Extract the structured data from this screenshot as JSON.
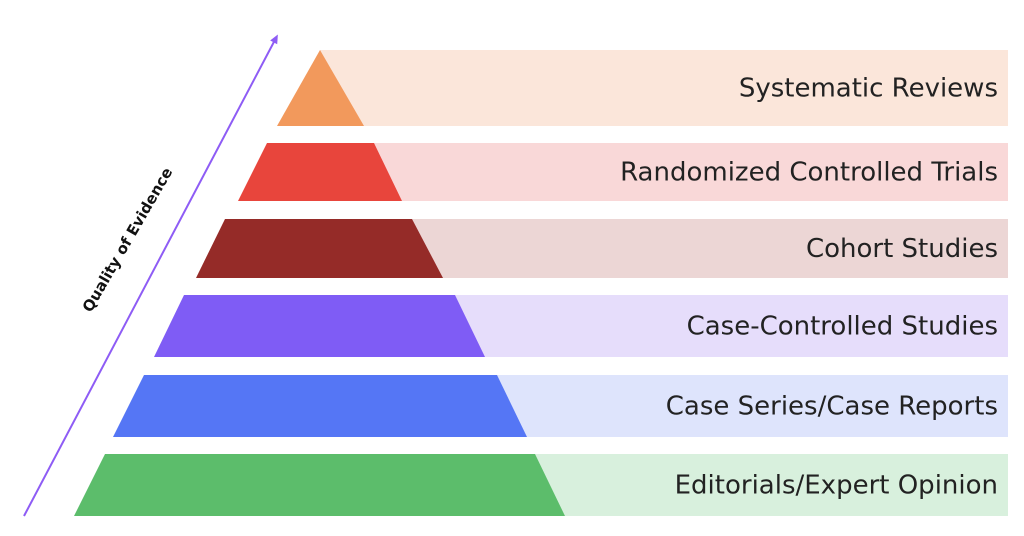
{
  "diagram": {
    "axis": {
      "label": "Quality of Evidence",
      "color": "#8e5cf5"
    },
    "tiers": [
      {
        "label": "Systematic Reviews",
        "shape_color": "#f2995c",
        "band_color": "#fbe6da"
      },
      {
        "label": "Randomized Controlled Trials",
        "shape_color": "#e8453c",
        "band_color": "#f9d8d8"
      },
      {
        "label": "Cohort Studies",
        "shape_color": "#952b28",
        "band_color": "#ecd6d5"
      },
      {
        "label": "Case-Controlled Studies",
        "shape_color": "#7f5cf5",
        "band_color": "#e6ddfb"
      },
      {
        "label": "Case Series/Case Reports",
        "shape_color": "#5576f5",
        "band_color": "#dee4fc"
      },
      {
        "label": "Editorials/Expert Opinion",
        "shape_color": "#5cbd6b",
        "band_color": "#d8f0dd"
      }
    ]
  }
}
